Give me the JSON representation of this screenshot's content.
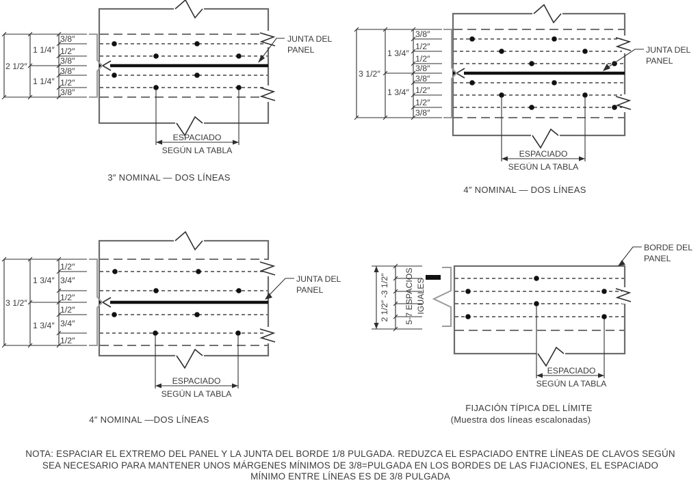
{
  "colors": {
    "line": "#2e2e2e",
    "panel_edge": "#6b6b6b",
    "bracket": "#9a9a9a",
    "text": "#3a3a3a",
    "nail_dot": "#111111"
  },
  "shared": {
    "espaciado": "ESPACIADO",
    "segun_tabla": "SEGÚN LA TABLA",
    "junta_line1": "JUNTA DEL",
    "junta_line2": "PANEL"
  },
  "top_left": {
    "title": "3″ NOMINAL — DOS LÍNEAS",
    "dim_total": "2 1/2″",
    "dim_half_top": "1 1/4″",
    "dim_half_bottom": "1 1/4″",
    "dim_subs": [
      "3/8″",
      "1/2″",
      "3/8″",
      "3/8″",
      "1/2″",
      "3/8″"
    ]
  },
  "top_right": {
    "title": "4″ NOMINAL — DOS LÍNEAS",
    "dim_total": "3 1/2″",
    "dim_half_top": "1 3/4″",
    "dim_half_bottom": "1 3/4″",
    "dim_subs": [
      "3/8″",
      "1/2″",
      "1/2″",
      "3/8″",
      "3/8″",
      "1/2″",
      "1/2″",
      "3/8″"
    ]
  },
  "bottom_left": {
    "title": "4″ NOMINAL —DOS LÍNEAS",
    "dim_total": "3 1/2″",
    "dim_half_top": "1 3/4″",
    "dim_half_bottom": "1 3/4″",
    "dim_subs": [
      "1/2″",
      "3/4″",
      "1/2″",
      "1/2″",
      "3/4″",
      "1/2″"
    ]
  },
  "bottom_right": {
    "title_line1": "FIJACIÓN TÍPICA DEL LÍMITE",
    "title_line2": "(Muestra dos líneas escalonadas)",
    "dim_range": "2 1/2″ -3 1/2″",
    "spaces_line1": "5-7 ESPACIOS",
    "spaces_line2": "IGUALES",
    "edge_line1": "BORDE DEL",
    "edge_line2": "PANEL"
  },
  "note": {
    "line1": "NOTA: ESPACIAR EL EXTREMO DEL PANEL Y LA JUNTA DEL BORDE 1/8 PULGADA. REDUZCA EL ESPACIADO ENTRE LÍNEAS DE CLAVOS SEGÚN",
    "line2": "SEA NECESARIO PARA MANTENER UNOS MÁRGENES MÍNIMOS DE 3/8=PULGADA EN LOS BORDES DE LAS FIJACIONES, EL ESPACIADO",
    "line3": "MÍNIMO ENTRE LÍNEAS ES DE 3/8 PULGADA"
  }
}
